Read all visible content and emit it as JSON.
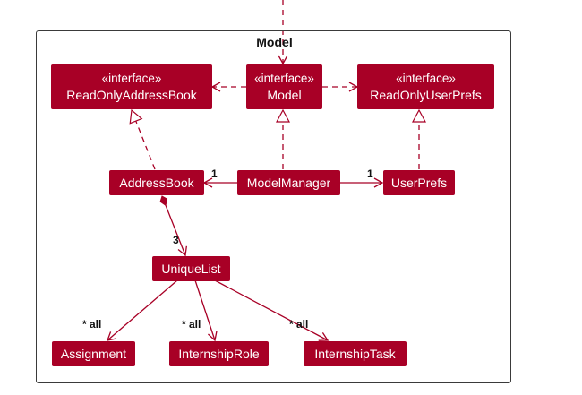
{
  "package": {
    "title": "Model"
  },
  "stereotype": "«interface»",
  "classes": {
    "read_only_address_book": "ReadOnlyAddressBook",
    "model": "Model",
    "read_only_user_prefs": "ReadOnlyUserPrefs",
    "address_book": "AddressBook",
    "model_manager": "ModelManager",
    "user_prefs": "UserPrefs",
    "unique_list": "UniqueList",
    "assignment": "Assignment",
    "internship_role": "InternshipRole",
    "internship_task": "InternshipTask"
  },
  "multiplicities": {
    "manager_to_address_book": "1",
    "manager_to_user_prefs": "1",
    "address_book_to_unique_list": "3",
    "list_to_assignment": "* all",
    "list_to_internship_role": "* all",
    "list_to_internship_task": "* all"
  },
  "colors": {
    "class_fill": "#a80026",
    "class_text": "#ffffff",
    "line": "#a80026",
    "frame": "#3a3a3a"
  }
}
